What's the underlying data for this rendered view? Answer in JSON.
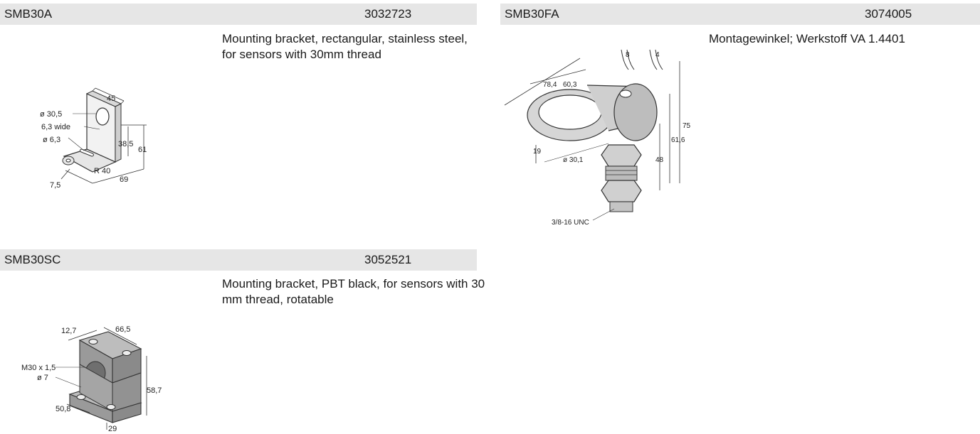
{
  "products": [
    {
      "code": "SMB30A",
      "id": "3032723",
      "description": "Mounting bracket, rectangular, stainless steel, for sensors with 30mm thread",
      "dims": [
        "45",
        "ø 30,5",
        "6,3 wide",
        "ø 6,3",
        "38,5",
        "61",
        "R 40",
        "7,5",
        "69"
      ]
    },
    {
      "code": "SMB30FA",
      "id": "3074005",
      "description": "Montagewinkel; Werkstoff VA 1.4401",
      "dims": [
        "8",
        "4",
        "78,4",
        "60,3",
        "75",
        "61,6",
        "48",
        "19",
        "ø 30,1",
        "3/8-16 UNC"
      ]
    },
    {
      "code": "SMB30SC",
      "id": "3052521",
      "description": "Mounting bracket, PBT black, for sensors with 30 mm thread, rotatable",
      "dims": [
        "12,7",
        "66,5",
        "M30 x 1,5",
        "ø 7",
        "58,7",
        "50,8",
        "29"
      ]
    }
  ]
}
